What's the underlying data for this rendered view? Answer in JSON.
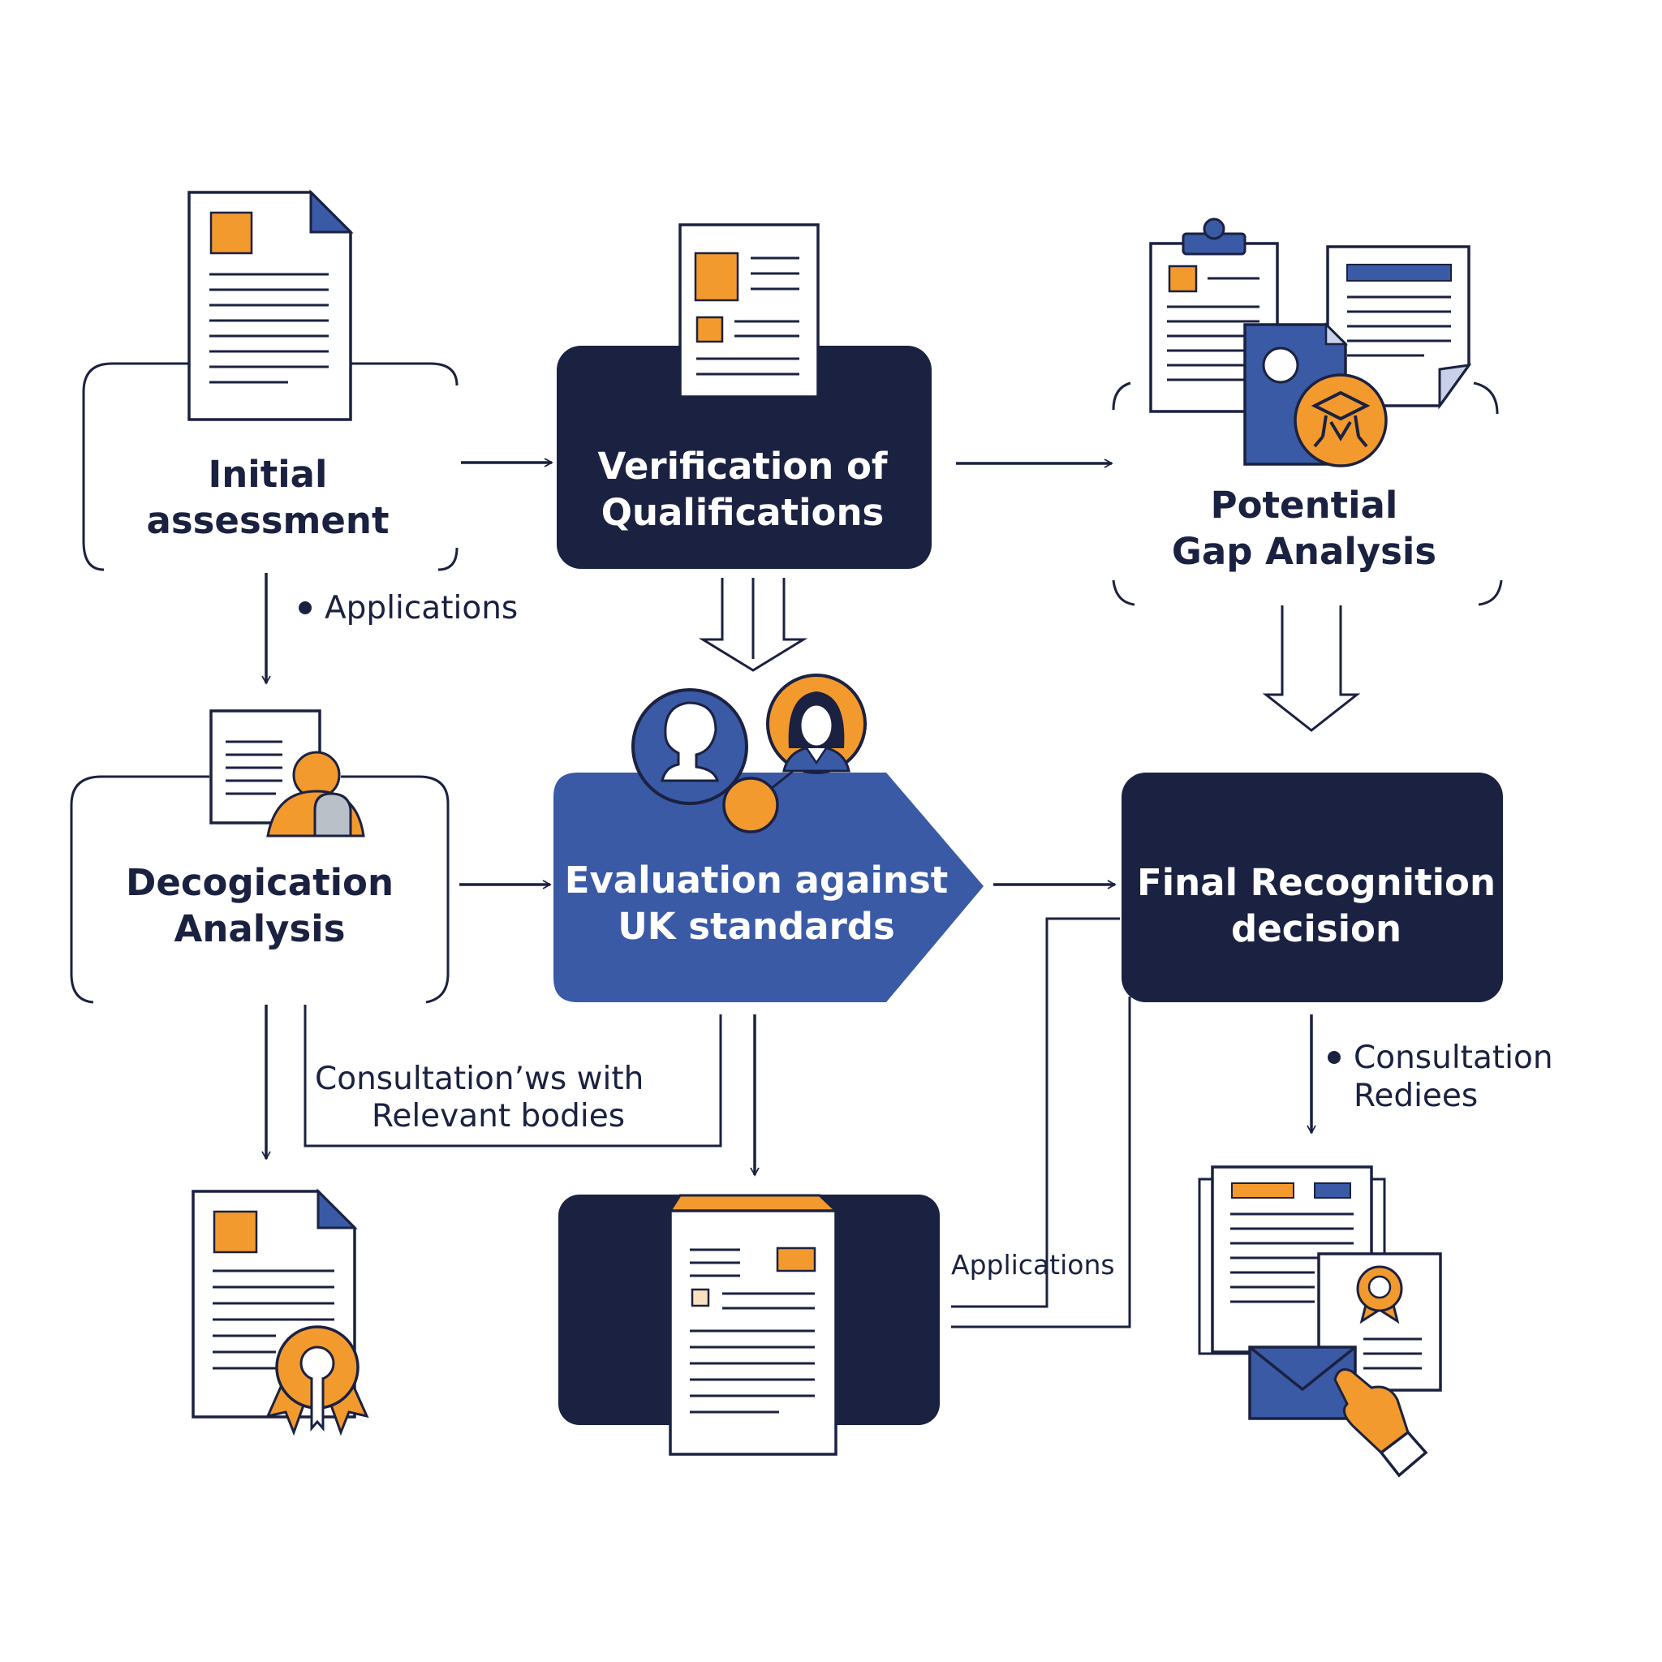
{
  "colors": {
    "navy": "#1b2140",
    "blue": "#3a5aa6",
    "orange": "#f39a2e",
    "ink": "#1b2140",
    "paper": "#ffffff",
    "grey": "#b9c0c8"
  },
  "nodes": {
    "initial_assessment": {
      "line1": "Initial",
      "line2": "assessment",
      "icon": "document-icon"
    },
    "verification": {
      "line1": "Verification of",
      "line2": "Qualifications",
      "icon": "form-document-icon"
    },
    "gap_analysis": {
      "line1": "Potential",
      "line2": "Gap Analysis",
      "icon": "clipboard-certificate-icon"
    },
    "decogication": {
      "line1": "Decogication",
      "line2": "Analysis",
      "icon": "document-person-icon"
    },
    "evaluation": {
      "line1": "Evaluation against",
      "line2": "UK standards",
      "icon": "people-icon"
    },
    "final_decision": {
      "line1": "Final Recognition",
      "line2": "decision",
      "icon": "none"
    },
    "certificate_output": {
      "icon": "certificate-ribbon-icon"
    },
    "report_output": {
      "icon": "report-document-icon"
    },
    "letter_output": {
      "icon": "letter-envelope-icon"
    }
  },
  "edge_labels": {
    "applications_top": "Applications",
    "consultation_line1": "Consultation’ws with",
    "consultation_line2": "Relevant bodies",
    "applications_bottom": "Applications",
    "consultation_right_line1": "Consultation",
    "consultation_right_line2": "Rediees"
  }
}
